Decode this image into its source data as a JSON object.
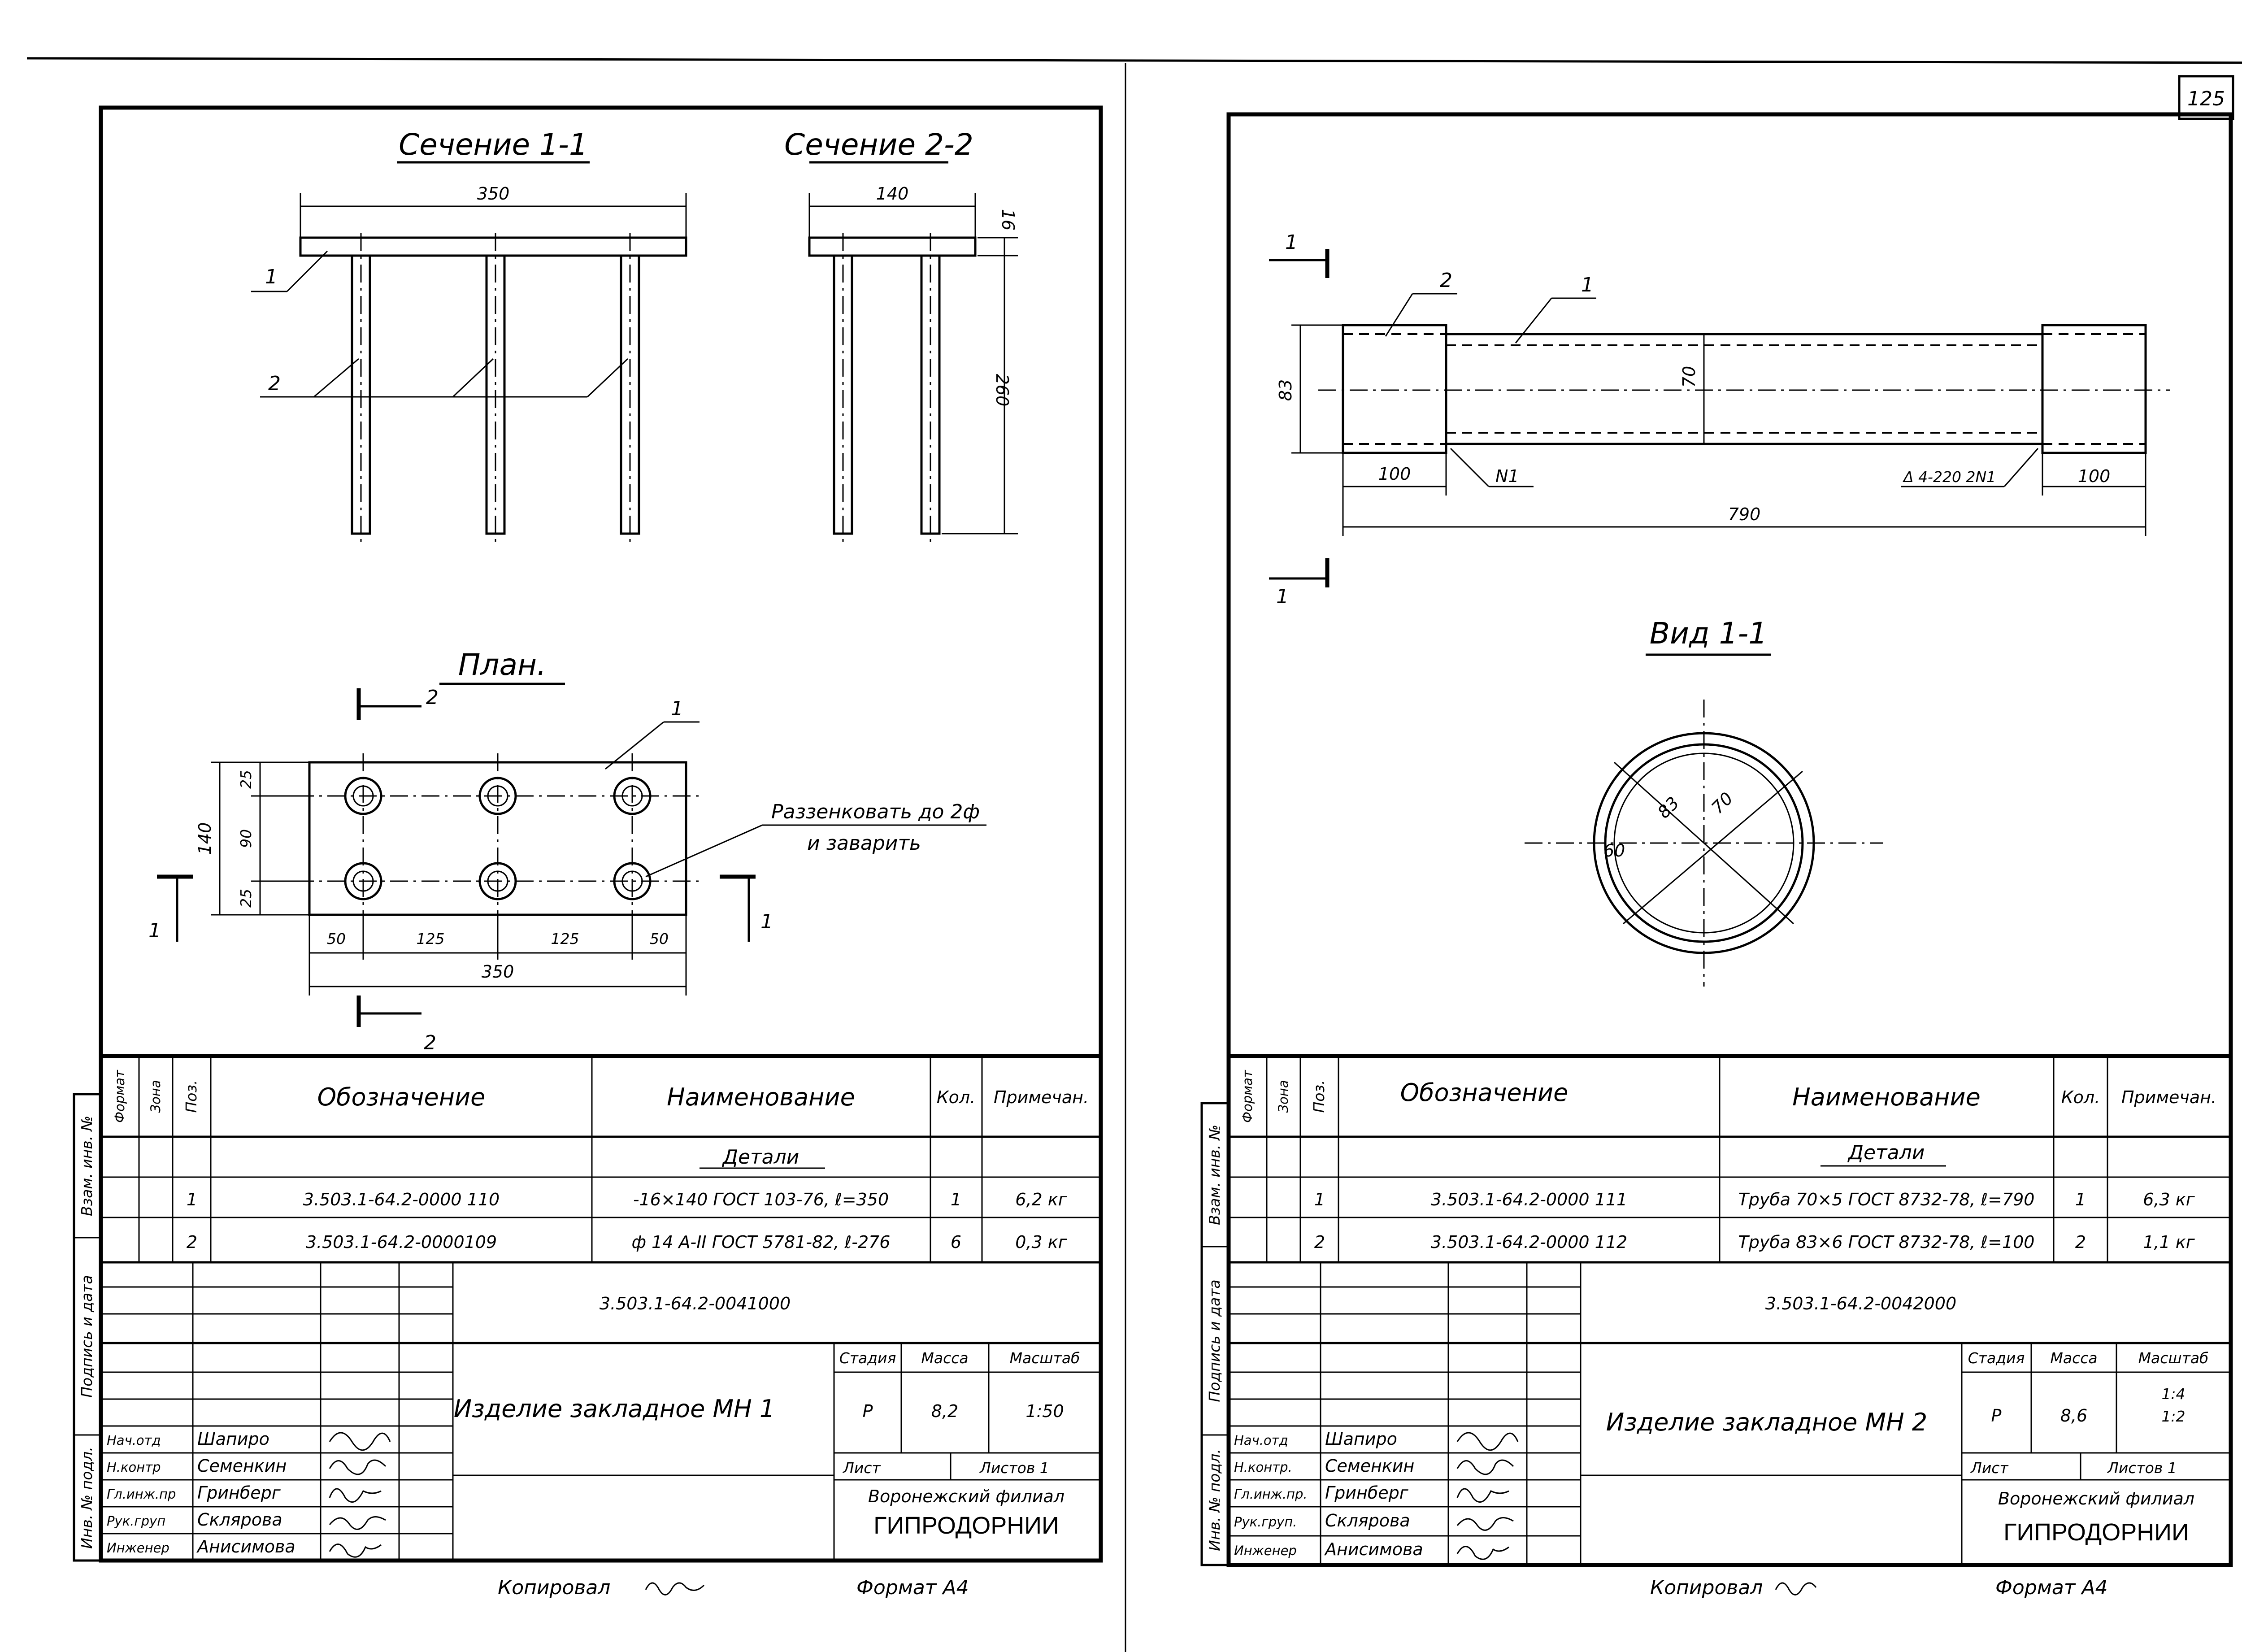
{
  "page_number": "125",
  "left_sheet": {
    "section_11": "Сечение 1-1",
    "section_22": "Сечение 2-2",
    "plan_title": "План.",
    "dims": {
      "s11_width": "350",
      "s22_width": "140",
      "s22_thk": "16",
      "s22_len": "260",
      "plan_h_total": "140",
      "plan_h_25a": "25",
      "plan_h_90": "90",
      "plan_h_25b": "25",
      "plan_w_50a": "50",
      "plan_w_125a": "125",
      "plan_w_125b": "125",
      "plan_w_50b": "50",
      "plan_w_total": "350"
    },
    "callouts": {
      "c1": "1",
      "c2": "2",
      "plan_c1": "1",
      "cut2_top": "2",
      "cut2_bottom": "2",
      "cut1_left": "1",
      "cut1_right": "1"
    },
    "note_line1": "Раззенковать до 2ф",
    "note_line2": "и заварить",
    "spec": {
      "headers": {
        "format": "Формат",
        "zone": "Зона",
        "pos": "Поз.",
        "designation": "Обозначение",
        "name": "Наименование",
        "qty": "Кол.",
        "note": "Примечан."
      },
      "section": "Детали",
      "rows": [
        {
          "pos": "1",
          "designation": "3.503.1-64.2-0000 110",
          "name": "-16×140 ГОСТ 103-76, ℓ=350",
          "qty": "1",
          "note": "6,2 кг"
        },
        {
          "pos": "2",
          "designation": "3.503.1-64.2-0000109",
          "name": "ф 14 А-II ГОСТ 5781-82, ℓ-276",
          "qty": "6",
          "note": "0,3 кг"
        }
      ]
    },
    "stamp": {
      "doc_code": "3.503.1-64.2-0041000",
      "title": "Изделие закладное МН 1",
      "stage_label": "Стадия",
      "mass_label": "Масса",
      "scale_label": "Масштаб",
      "stage": "Р",
      "mass": "8,2",
      "scale": "1:50",
      "sheet_label": "Лист",
      "sheets_label": "Листов 1",
      "org_line1": "Воронежский филиал",
      "org_line2": "ГИПРОДОРНИИ",
      "roles": [
        {
          "role": "Нач.отд",
          "name": "Шапиро"
        },
        {
          "role": "Н.контр",
          "name": "Семенкин"
        },
        {
          "role": "Гл.инж.пр",
          "name": "Гринберг"
        },
        {
          "role": "Рук.груп",
          "name": "Склярова"
        },
        {
          "role": "Инженер",
          "name": "Анисимова"
        }
      ]
    },
    "side_labels": {
      "inv_repl": "Взам. инв. №",
      "sign_date": "Подпись и дата",
      "inv_orig": "Инв. № подл."
    },
    "footer_copied": "Копировал",
    "footer_format": "Формат А4"
  },
  "right_sheet": {
    "view_title": "Вид 1-1",
    "dims": {
      "d83": "83",
      "d70": "70",
      "d100a": "100",
      "d100b": "100",
      "d790": "790",
      "weld1": "N1",
      "weld2": "Δ 4-220 2N1",
      "c_d83": "83",
      "c_d70": "70",
      "c_d60": "60"
    },
    "callouts": {
      "c1": "1",
      "c2": "2",
      "cut_top": "1",
      "cut_bottom": "1"
    },
    "spec": {
      "headers": {
        "format": "Формат",
        "zone": "Зона",
        "pos": "Поз.",
        "designation": "Обозначение",
        "name": "Наименование",
        "qty": "Кол.",
        "note": "Примечан."
      },
      "section": "Детали",
      "rows": [
        {
          "pos": "1",
          "designation": "3.503.1-64.2-0000 111",
          "name": "Труба 70×5 ГОСТ 8732-78, ℓ=790",
          "qty": "1",
          "note": "6,3 кг"
        },
        {
          "pos": "2",
          "designation": "3.503.1-64.2-0000 112",
          "name": "Труба 83×6 ГОСТ 8732-78, ℓ=100",
          "qty": "2",
          "note": "1,1 кг"
        }
      ]
    },
    "stamp": {
      "doc_code": "3.503.1-64.2-0042000",
      "title": "Изделие закладное МН 2",
      "stage_label": "Стадия",
      "mass_label": "Масса",
      "scale_label": "Масштаб",
      "stage": "Р",
      "mass": "8,6",
      "scale1": "1:4",
      "scale2": "1:2",
      "sheet_label": "Лист",
      "sheets_label": "Листов 1",
      "org_line1": "Воронежский филиал",
      "org_line2": "ГИПРОДОРНИИ",
      "roles": [
        {
          "role": "Нач.отд",
          "name": "Шапиро"
        },
        {
          "role": "Н.контр.",
          "name": "Семенкин"
        },
        {
          "role": "Гл.инж.пр.",
          "name": "Гринберг"
        },
        {
          "role": "Рук.груп.",
          "name": "Склярова"
        },
        {
          "role": "Инженер",
          "name": "Анисимова"
        }
      ]
    },
    "side_labels": {
      "inv_repl": "Взам. инв. №",
      "sign_date": "Подпись и дата",
      "inv_orig": "Инв. № подл."
    },
    "footer_copied": "Копировал",
    "footer_format": "Формат А4"
  }
}
